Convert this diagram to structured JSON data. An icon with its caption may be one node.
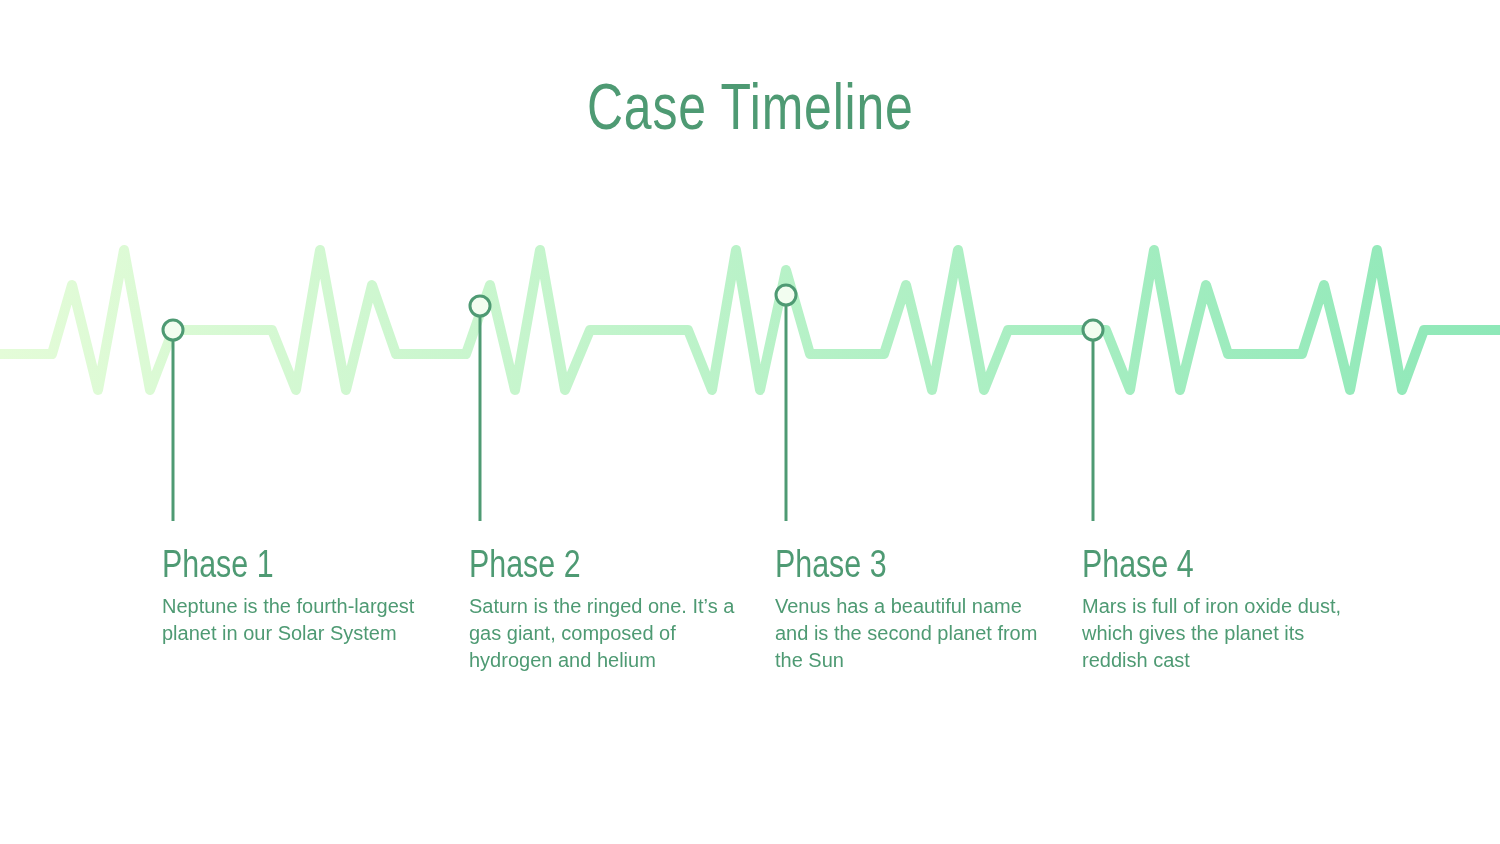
{
  "diagram": {
    "title": "Case Timeline",
    "nodes": [
      {
        "text": [],
        "shape": "circle"
      },
      {
        "text": [],
        "shape": "circle"
      },
      {
        "text": [],
        "shape": "circle"
      },
      {
        "text": [],
        "shape": "circle"
      },
      {
        "text": [
          "Phase 1",
          "Neptune is the fourth-largest planet in our Solar System"
        ]
      },
      {
        "text": [
          "Phase 2",
          "Saturn is the ringed one. It’s a gas giant, composed of hydrogen and helium"
        ]
      },
      {
        "text": [
          "Phase 3",
          "Venus has a beautiful name and is the second planet from the Sun"
        ]
      },
      {
        "text": [
          "Phase 4",
          "Mars is full of iron oxide dust, which gives the planet its reddish cast"
        ]
      }
    ],
    "edges": [
      {
        "from": 4,
        "to": 0,
        "arrow": "none"
      },
      {
        "from": 5,
        "to": 1,
        "arrow": "none"
      },
      {
        "from": 6,
        "to": 2,
        "arrow": "none"
      },
      {
        "from": 7,
        "to": 3,
        "arrow": "none"
      }
    ]
  }
}
